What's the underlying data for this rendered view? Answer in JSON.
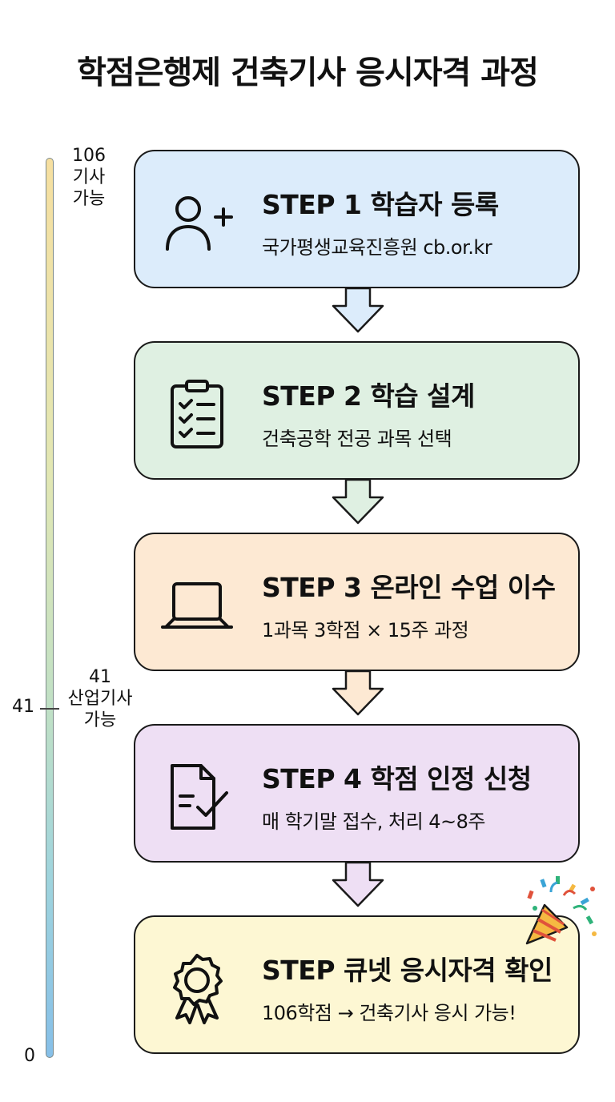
{
  "title": "학점은행제 건축기사 응시자격 과정",
  "progress": {
    "top_value": "106",
    "top_label_line1": "기사",
    "top_label_line2": "가능",
    "mid_value": "41",
    "mid_label_line1": "산업기사",
    "mid_label_line2": "가능",
    "axis_mid": "41",
    "axis_min": "0",
    "scale": {
      "min": 0,
      "max": 106,
      "marker": 41
    }
  },
  "steps": [
    {
      "title": "STEP 1 학습자 등록",
      "desc": "국가평생교육진흥원 cb.or.kr",
      "color": "#dcecfb",
      "icon": "add-user-icon"
    },
    {
      "title": "STEP 2 학습 설계",
      "desc": "건축공학 전공 과목 선택",
      "color": "#dff0e2",
      "icon": "checklist-clipboard-icon"
    },
    {
      "title": "STEP 3 온라인 수업 이수",
      "desc": "1과목 3학점 × 15주 과정",
      "color": "#fde9d3",
      "icon": "laptop-icon"
    },
    {
      "title": "STEP 4 학점 인정 신청",
      "desc": "매 학기말 접수, 처리 4~8주",
      "color": "#eedff4",
      "icon": "document-check-icon"
    },
    {
      "title": "STEP 큐넷 응시자격 확인",
      "desc": "106학점 → 건축기사 응시 가능!",
      "color": "#fdf7d3",
      "icon": "award-badge-icon"
    }
  ],
  "colors": {
    "border": "#1a1a1a",
    "arrow_fill_1": "#dcecfb",
    "arrow_fill_2": "#dff0e2",
    "arrow_fill_3": "#fde9d3",
    "arrow_fill_4": "#eedff4"
  }
}
